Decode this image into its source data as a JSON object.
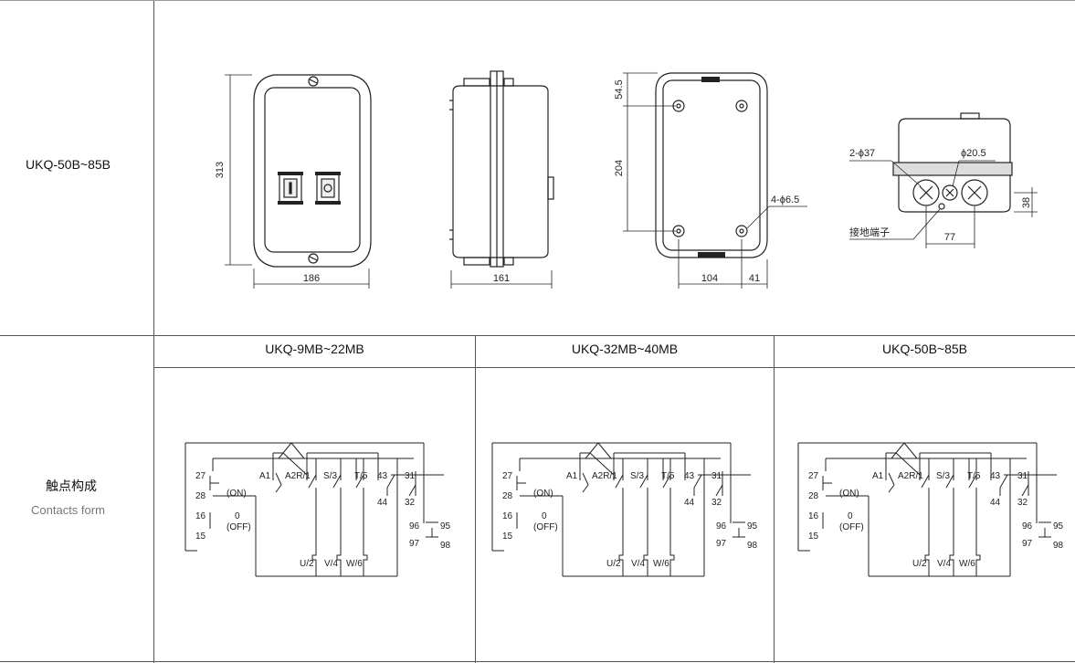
{
  "top_row": {
    "label": "UKQ-50B~85B",
    "dims": {
      "front_height": "313",
      "front_width": "186",
      "side_width": "161",
      "back_top": "54.5",
      "back_mid": "204",
      "back_holes": "4-ϕ6.5",
      "back_spacing": "104",
      "back_edge": "41",
      "bottom_big_holes": "2-ϕ37",
      "bottom_small_hole": "ϕ20.5",
      "bottom_height": "38",
      "bottom_spacing": "77",
      "ground_terminal": "接地端子"
    }
  },
  "bottom_row": {
    "label_cn": "触点构成",
    "label_en": "Contacts form",
    "columns": [
      {
        "title": "UKQ-9MB~22MB"
      },
      {
        "title": "UKQ-32MB~40MB"
      },
      {
        "title": "UKQ-50B~85B"
      }
    ],
    "diagram_labels": {
      "t27": "27",
      "t28": "28",
      "t16": "16",
      "t15": "15",
      "on": "(ON)",
      "off_num": "0",
      "off": "(OFF)",
      "a1": "A1",
      "a2r1": "A2R/1",
      "s3": "S/3",
      "t5": "T/5",
      "t43": "43",
      "t44": "44",
      "t31": "31",
      "t32": "32",
      "t96": "96",
      "t95": "95",
      "t97": "97",
      "t98": "98",
      "u2": "U/2",
      "v4": "V/4",
      "w6": "W/6"
    }
  }
}
